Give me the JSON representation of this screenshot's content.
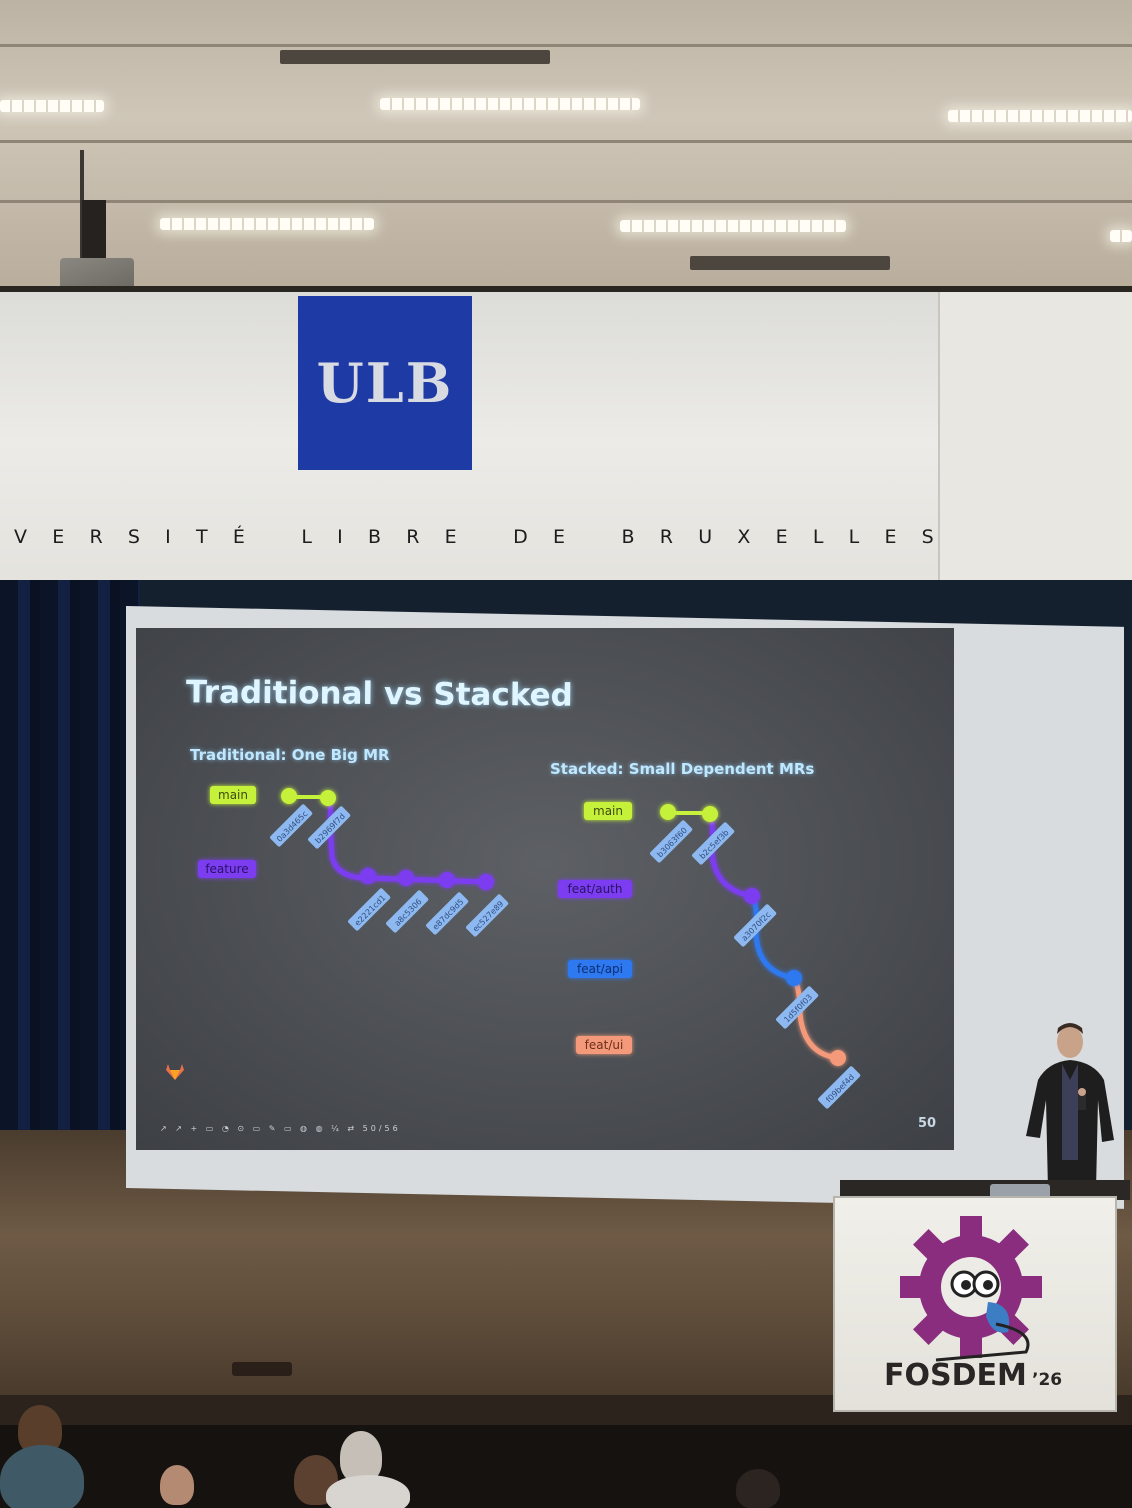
{
  "venue": {
    "logo_text": "ULB",
    "beam_letters": [
      "V",
      "E",
      "R",
      "S",
      "I",
      "T",
      "É",
      "",
      "L",
      "I",
      "B",
      "R",
      "E",
      "",
      "D",
      "E",
      "",
      "B",
      "R",
      "U",
      "X",
      "E",
      "L",
      "L",
      "E",
      "S"
    ]
  },
  "slide": {
    "title": "Traditional vs Stacked",
    "left_heading": "Traditional: One Big MR",
    "right_heading": "Stacked: Small Dependent MRs",
    "page_number": "50",
    "toolbar_text": "↗ ↗ + ▭ ◔ ⊙ ▭   ✎ ▭ ◍ ◍   ¼ ⇄   50/56",
    "traditional": {
      "branches": [
        {
          "name": "main",
          "color": "#c6f13a"
        },
        {
          "name": "feature",
          "color": "#7c3cf0"
        }
      ],
      "main_commits": [
        "0a3d465c",
        "b2969f7d"
      ],
      "feature_commits": [
        "e2221cd1",
        "a8c5306",
        "e87dc9d5",
        "ec527e89"
      ]
    },
    "stacked": {
      "branches": [
        {
          "name": "main",
          "color": "#c6f13a"
        },
        {
          "name": "feat/auth",
          "color": "#7c3cf0"
        },
        {
          "name": "feat/api",
          "color": "#2f78f0"
        },
        {
          "name": "feat/ui",
          "color": "#f49a7a"
        }
      ],
      "main_commits": [
        "b3063f60",
        "b2c5ef3b"
      ],
      "auth_commit": "a3070f2c",
      "api_commit": "1d5f0f03",
      "ui_commit": "f09bef4d"
    }
  },
  "podium": {
    "event": "FOSDEM",
    "year": "’26"
  }
}
